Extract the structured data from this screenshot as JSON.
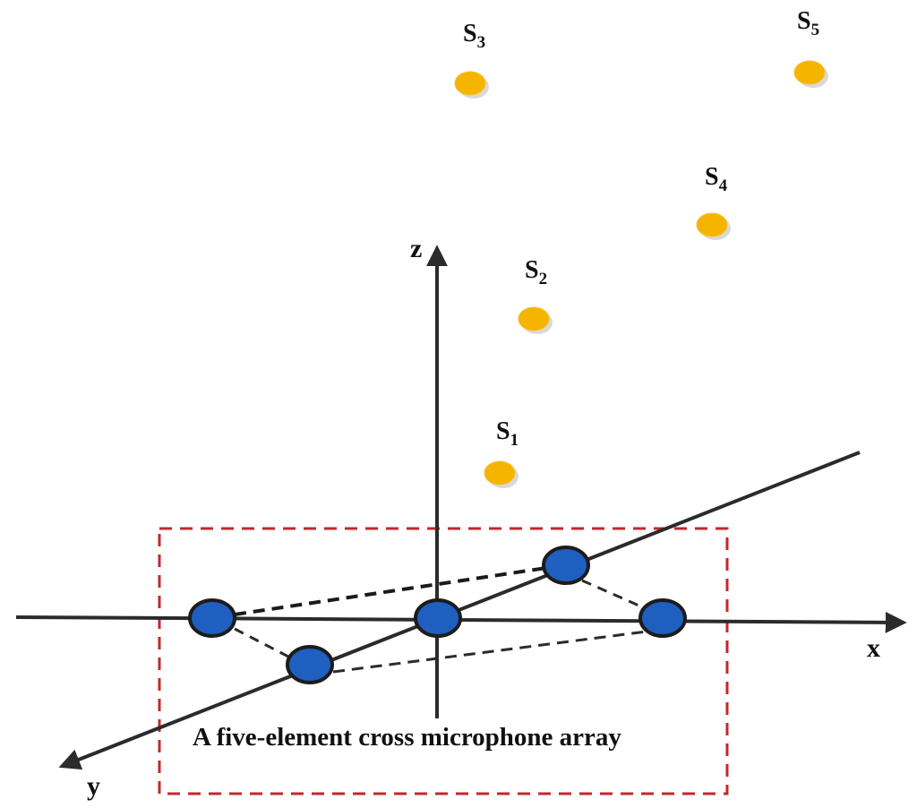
{
  "diagram": {
    "axes": {
      "x": "x",
      "y": "y",
      "z": "z"
    },
    "caption": "A five-element cross microphone array",
    "sources": [
      {
        "id": "s1",
        "letter": "S",
        "sub": "1"
      },
      {
        "id": "s2",
        "letter": "S",
        "sub": "2"
      },
      {
        "id": "s3",
        "letter": "S",
        "sub": "3"
      },
      {
        "id": "s4",
        "letter": "S",
        "sub": "4"
      },
      {
        "id": "s5",
        "letter": "S",
        "sub": "5"
      }
    ],
    "microphone_count": 5,
    "colors": {
      "axis": "#2b2b2b",
      "microphone_fill": "#1f5fbf",
      "microphone_stroke": "#1c1c1c",
      "source": "#f5b400",
      "source_shadow": "#d9d9d9",
      "array_box": "#c0282d"
    }
  }
}
